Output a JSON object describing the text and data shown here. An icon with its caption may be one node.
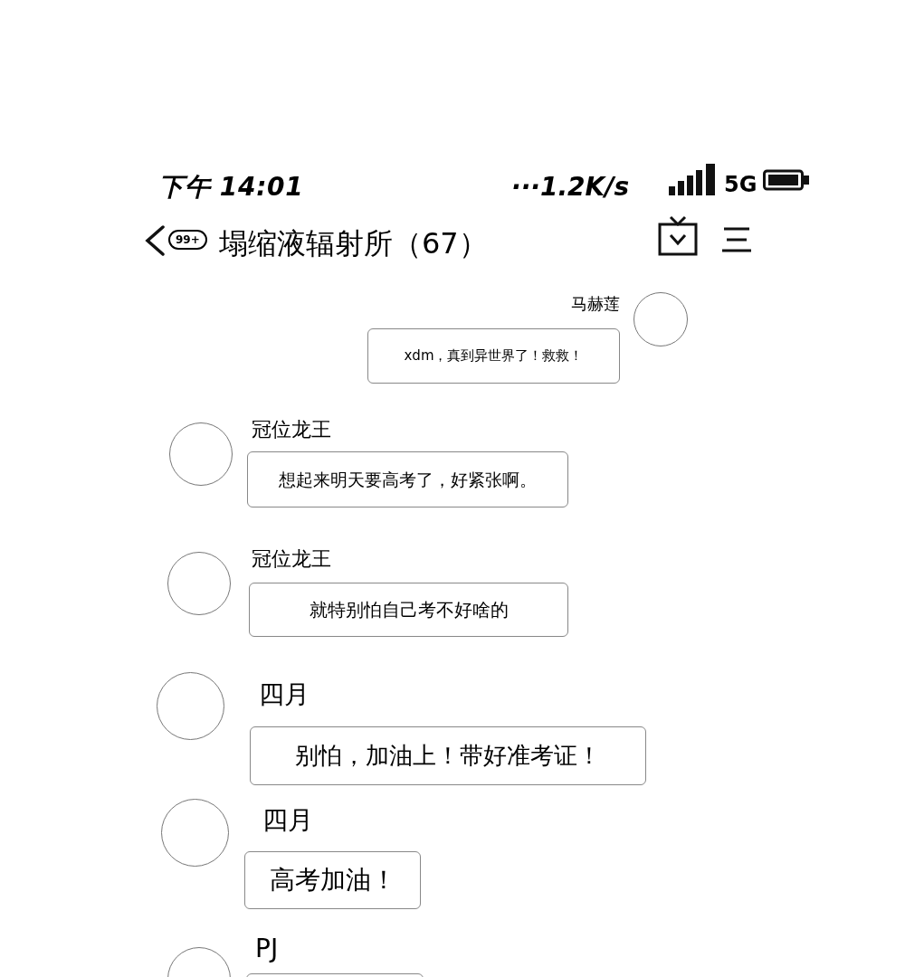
{
  "diagram": {
    "title": "塌缩液辐射所（67）",
    "nodes": [
      {
        "text": [
          "xdm，真到异世界了！救救！"
        ],
        "beside": [
          "马赫莲"
        ]
      },
      {
        "text": [
          "想起来明天要高考了，好紧张啊。"
        ],
        "beside": [
          "冠位龙王"
        ]
      },
      {
        "text": [
          "就特别怕自己考不好啥的"
        ],
        "beside": [
          "冠位龙王"
        ]
      },
      {
        "text": [
          "别怕，加油上！带好准考证！"
        ],
        "beside": [
          "四月"
        ]
      },
      {
        "text": [
          "高考加油！"
        ],
        "beside": [
          "四月"
        ]
      },
      {
        "text": [],
        "shape": "box",
        "beside": [
          "PJ"
        ]
      }
    ],
    "labels": [
      "下午 14:01",
      "···1.2K/s",
      "5G",
      "99+"
    ]
  }
}
